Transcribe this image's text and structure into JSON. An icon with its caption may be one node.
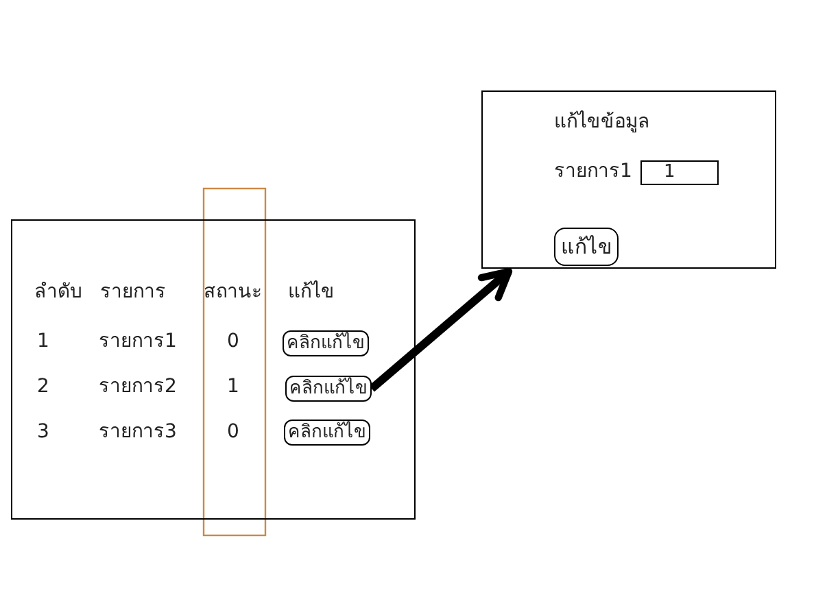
{
  "diagram": {
    "nodes": [
      {
        "text": [],
        "shape": "box"
      },
      {
        "text": [
          "คลิกแก้ไข"
        ],
        "in": 0
      },
      {
        "text": [
          "คลิกแก้ไข"
        ],
        "in": 0
      },
      {
        "text": [
          "คลิกแก้ไข"
        ],
        "in": 0
      },
      {
        "text": [
          "แก้ไขข้อมูล"
        ]
      },
      {
        "text": [
          "1"
        ],
        "in": 4,
        "beside": [
          "รายการ1"
        ]
      },
      {
        "text": [
          "แก้ไข"
        ],
        "in": 4
      }
    ],
    "edges": [
      {
        "from": 2,
        "to": 4,
        "arrow": "to"
      }
    ],
    "labels": [
      "ลำดับ",
      "รายการ",
      "สถานะ",
      "แก้ไข",
      "1",
      "รายการ1",
      "0",
      "2",
      "รายการ2",
      "1",
      "3",
      "รายการ3",
      "0"
    ]
  }
}
